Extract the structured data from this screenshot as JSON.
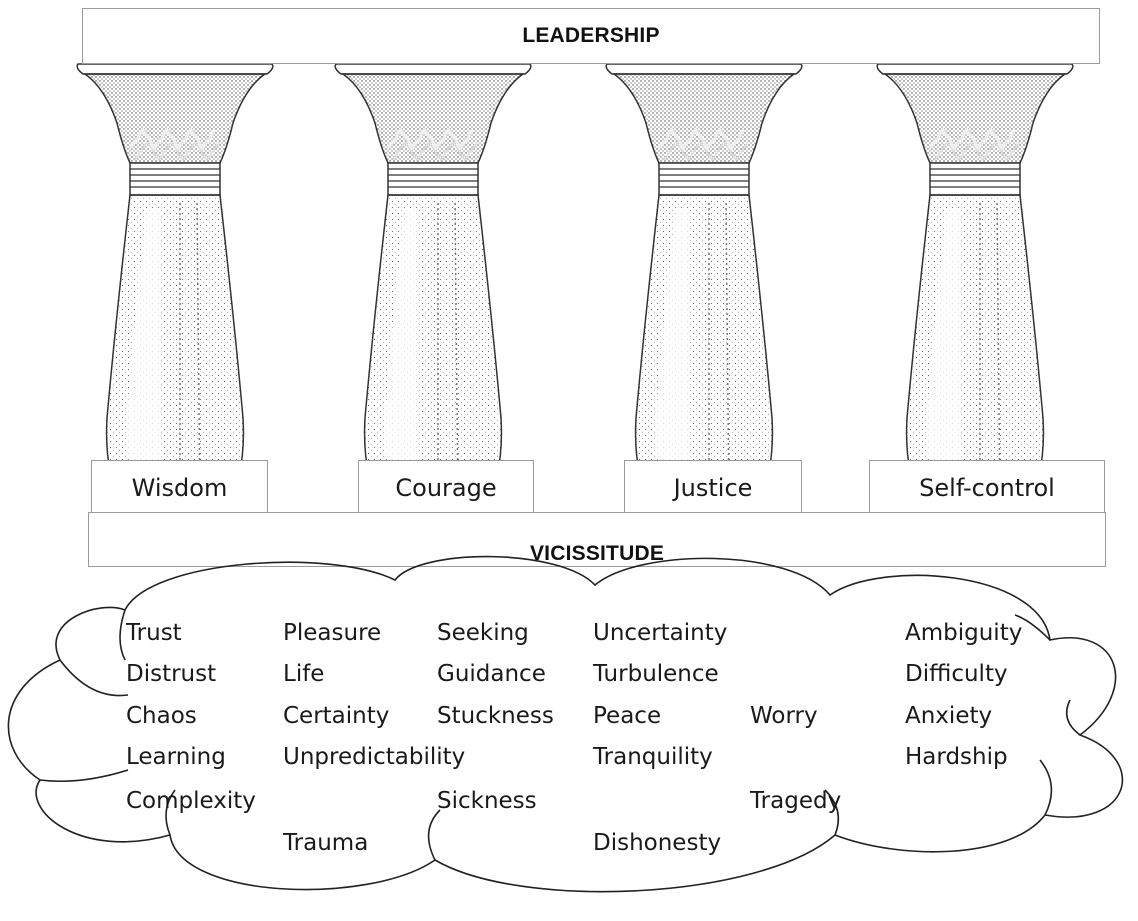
{
  "top_label": "LEADERSHIP",
  "bottom_label": "VICISSITUDE",
  "virtues": [
    "Wisdom",
    "Courage",
    "Justice",
    "Self-control"
  ],
  "cloud_words": [
    [
      "Trust",
      "Pleasure",
      "Seeking",
      "Uncertainty",
      "",
      "Ambiguity"
    ],
    [
      "Distrust",
      "Life",
      "Guidance",
      "Turbulence",
      "",
      "Difficulty"
    ],
    [
      "Chaos",
      "Certainty",
      "Stuckness",
      "Peace",
      "Worry",
      "Anxiety"
    ],
    [
      "Learning",
      "Unpredictability",
      "",
      "Tranquility",
      "",
      "Hardship"
    ],
    [
      "Complexity",
      "",
      "Sickness",
      "",
      "Tragedy",
      ""
    ],
    [
      "",
      "Trauma",
      "",
      "Dishonesty",
      "",
      ""
    ]
  ]
}
